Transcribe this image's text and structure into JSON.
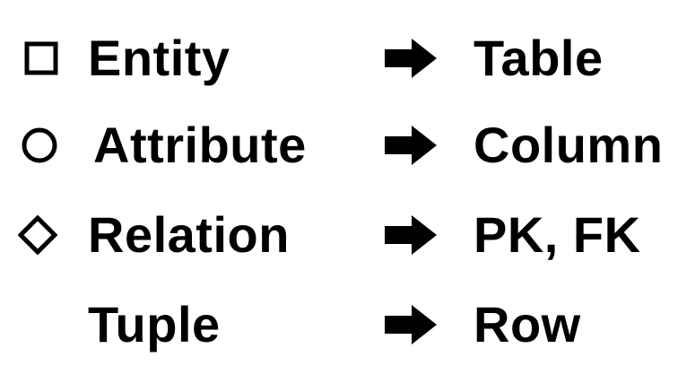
{
  "rows": [
    {
      "term": "Entity",
      "icon": "square-icon",
      "target": "Table"
    },
    {
      "term": "Attribute",
      "icon": "circle-icon",
      "target": "Column"
    },
    {
      "term": "Relation",
      "icon": "diamond-icon",
      "target": "PK, FK"
    },
    {
      "term": "Tuple",
      "icon": "",
      "target": "Row"
    }
  ],
  "colors": {
    "text": "#000000",
    "background": "#ffffff"
  }
}
